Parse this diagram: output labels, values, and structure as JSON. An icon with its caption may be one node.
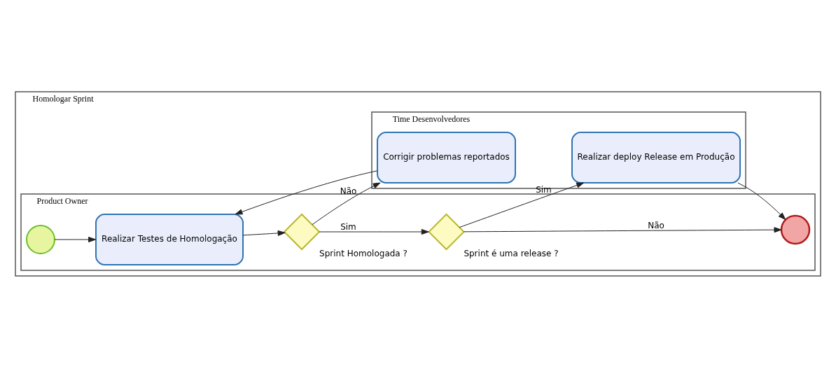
{
  "diagram": {
    "nodes": [
      {
        "text": [
          "Homologar Sprint"
        ]
      },
      {
        "text": [
          "Product Owner"
        ],
        "in": 0
      },
      {
        "text": [
          "Time Desenvolvedores"
        ],
        "in": 0
      },
      {
        "text": [],
        "shape": "circle",
        "in": 1
      },
      {
        "text": [
          "Realizar Testes de Homologação"
        ],
        "in": 1
      },
      {
        "text": [
          "Sprint Homologada ?"
        ],
        "in": 1
      },
      {
        "text": [
          "Sprint é uma release ?"
        ],
        "in": 1
      },
      {
        "text": [],
        "shape": "circle",
        "in": 1
      },
      {
        "text": [
          "Corrigir problemas reportados"
        ],
        "in": 2
      },
      {
        "text": [
          "Realizar deploy Release em Produção"
        ],
        "in": 2
      }
    ],
    "edges": [
      {
        "from": 3,
        "to": 4,
        "arrow": "to"
      },
      {
        "from": 4,
        "to": 5,
        "arrow": "to"
      },
      {
        "from": 5,
        "to": 6,
        "arrow": "to",
        "label": "Sim"
      },
      {
        "from": 6,
        "to": 7,
        "arrow": "to",
        "label": "Não"
      },
      {
        "from": 5,
        "to": 8,
        "arrow": "to",
        "label": "Não"
      },
      {
        "from": 6,
        "to": 9,
        "arrow": "to",
        "label": "Sim"
      },
      {
        "from": 8,
        "to": 4,
        "arrow": "to"
      },
      {
        "from": 9,
        "to": 7,
        "arrow": "to"
      }
    ]
  }
}
